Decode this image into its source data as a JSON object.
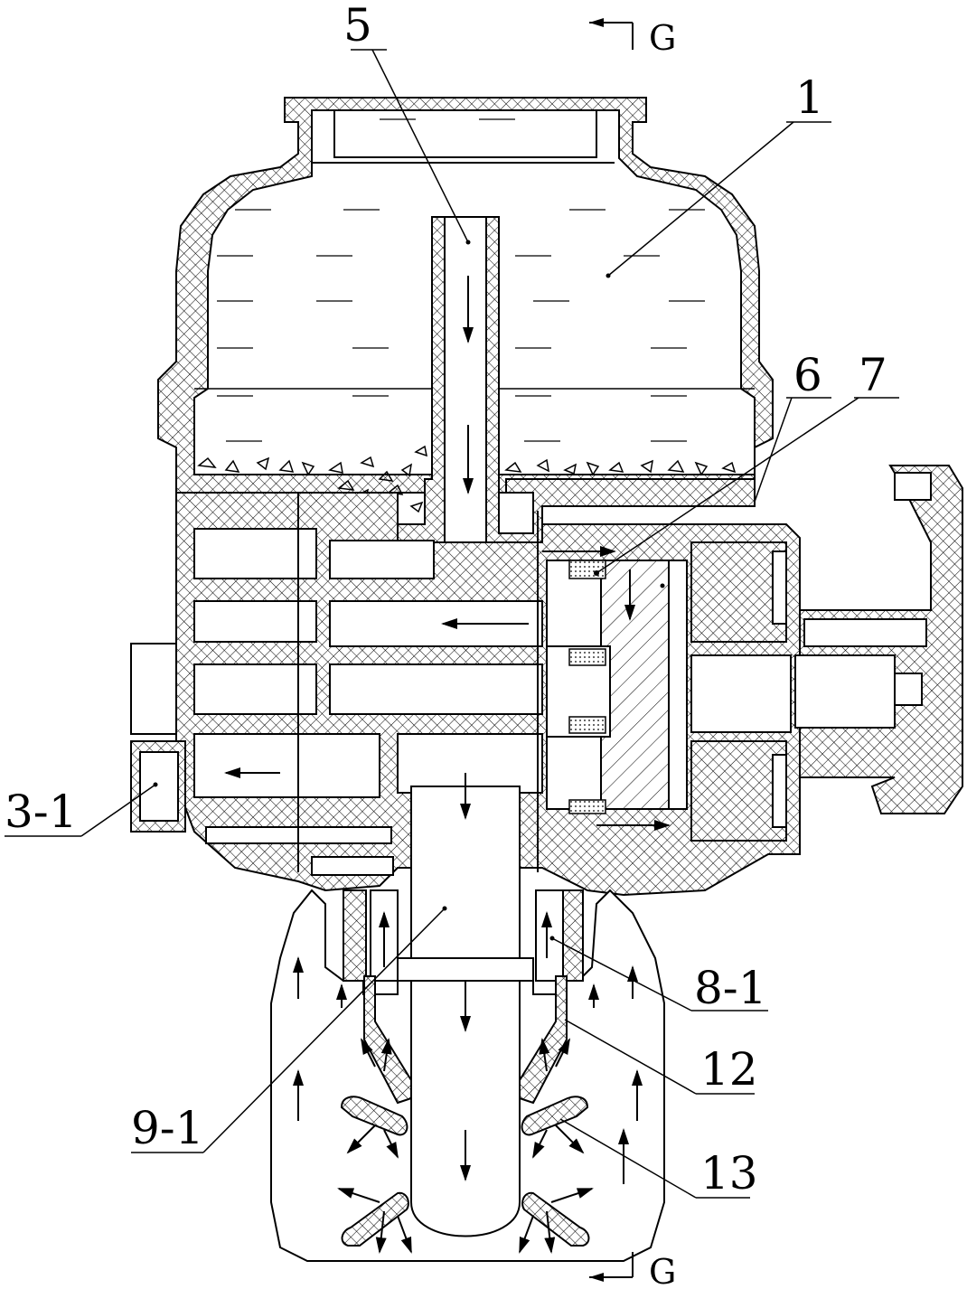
{
  "labels": {
    "top_section_mark": "G",
    "bottom_section_mark": "G",
    "part_1": "1",
    "part_5": "5",
    "part_6": "6",
    "part_7": "7",
    "part_3_1": "3-1",
    "part_8_1": "8-1",
    "part_12": "12",
    "part_9_1": "9-1",
    "part_13": "13"
  }
}
